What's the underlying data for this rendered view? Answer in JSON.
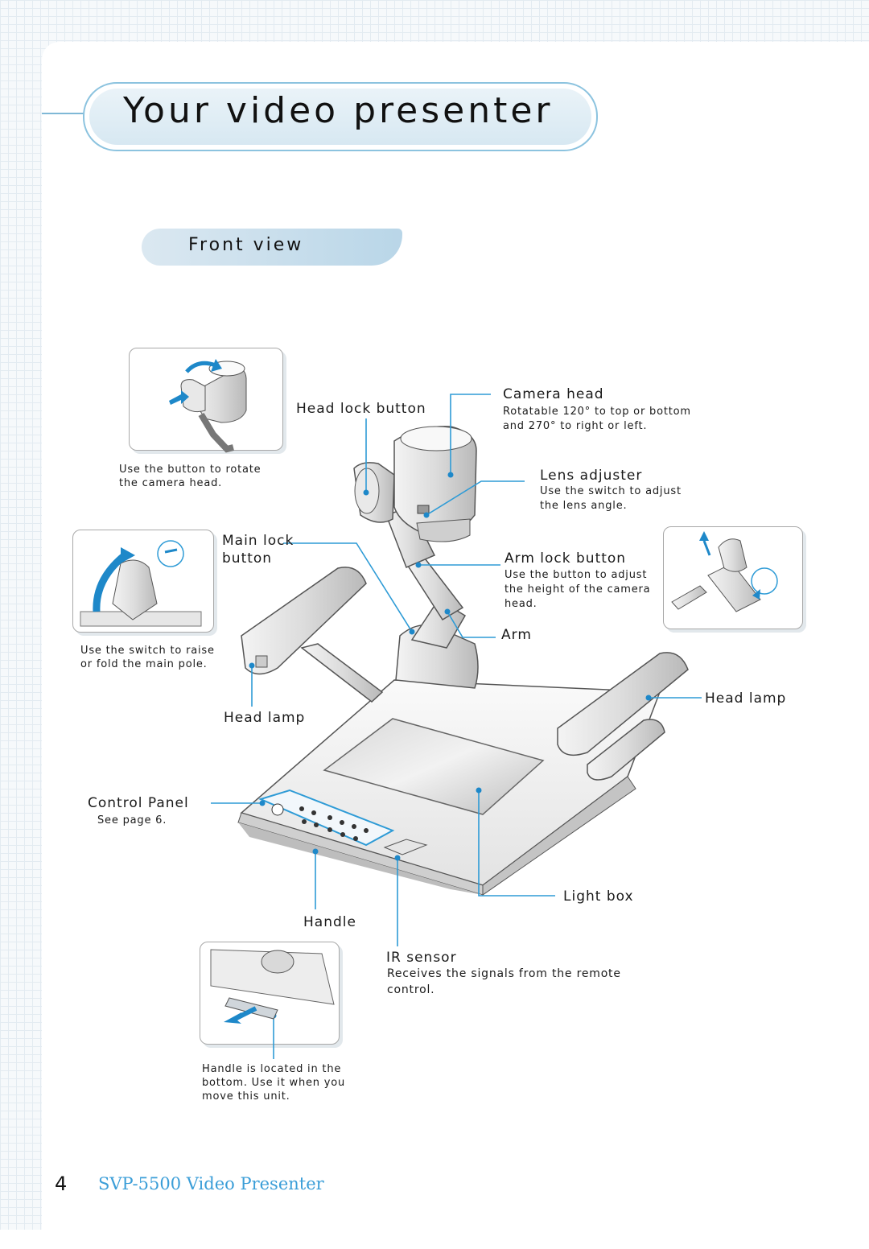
{
  "page": {
    "title": "Your video presenter",
    "section": "Front view",
    "page_number": "4",
    "product": "SVP-5500 Video Presenter"
  },
  "insets": {
    "camera_head": "Use the button to rotate the camera head.",
    "main_pole": "Use the switch to raise or fold the main pole.",
    "arm_lock": "",
    "handle": "Handle is located in the bottom. Use it when you move this unit."
  },
  "callouts": {
    "head_lock_button": "Head lock button",
    "camera_head": "Camera head",
    "camera_head_desc_1": "Rotatable 120° to top or bottom",
    "camera_head_desc_2": "and 270° to right or left.",
    "lens_adjuster": "Lens adjuster",
    "lens_adjuster_desc_1": "Use the switch to adjust",
    "lens_adjuster_desc_2": "the lens angle.",
    "main_lock_button_1": "Main lock",
    "main_lock_button_2": "button",
    "arm_lock_button": "Arm lock button",
    "arm_lock_desc_1": "Use the button to adjust",
    "arm_lock_desc_2": "the height of the camera",
    "arm_lock_desc_3": "head.",
    "arm": "Arm",
    "head_lamp_left": "Head lamp",
    "head_lamp_right": "Head lamp",
    "control_panel": "Control Panel",
    "control_panel_see": "See page 6.",
    "light_box": "Light box",
    "handle": "Handle",
    "ir_sensor": "IR sensor",
    "ir_sensor_desc_1": "Receives the signals from the remote",
    "ir_sensor_desc_2": "control."
  },
  "colors": {
    "accent": "#3b9ed8",
    "leader_line": "#2e9bd6",
    "title_border": "#8cc3df"
  }
}
